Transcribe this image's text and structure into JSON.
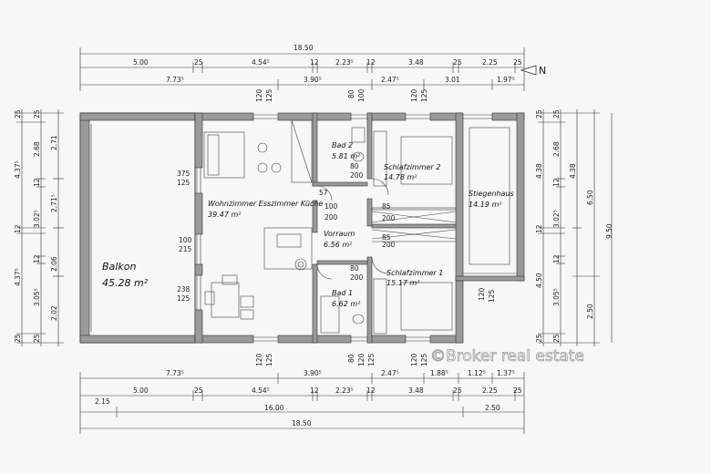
{
  "watermark": "©Broker real estate",
  "north": "N",
  "rooms": {
    "balkon": {
      "name": "Balkon",
      "area": "45.28 m²"
    },
    "wohnzimmer": {
      "name": "Wohnzimmer Esszimmer Küche",
      "area": "39.47 m²"
    },
    "bad2": {
      "name": "Bad 2",
      "area": "5.81 m²"
    },
    "schlafzimmer2": {
      "name": "Schlafzimmer 2",
      "area": "14.78 m²"
    },
    "stiegenhaus": {
      "name": "Stiegenhaus",
      "area": "14.19 m²"
    },
    "vorraum": {
      "name": "Vorraum",
      "area": "6.56 m²"
    },
    "schlafzimmer1": {
      "name": "Schlafzimmer 1",
      "area": "15.17 m²"
    },
    "bad1": {
      "name": "Bad 1",
      "area": "6.62 m²"
    }
  },
  "dims": {
    "top_total": "18.50",
    "top_row1": [
      "5.00",
      "25",
      "4.54⁵",
      "12",
      "2.23⁵",
      "12",
      "3.48",
      "25",
      "2.25",
      "25"
    ],
    "top_row2": [
      "7.73⁵",
      "3.90⁵",
      "2.47⁵",
      "3.01",
      "1.97⁵"
    ],
    "bottom_row1": [
      "7.73⁵",
      "3.90⁵",
      "2.47⁵",
      "1.88⁵",
      "1.12⁵",
      "1.37⁵"
    ],
    "bottom_row2": [
      "5.00",
      "25",
      "4.54⁵",
      "12",
      "2.23⁵",
      "12",
      "3.48",
      "25",
      "2.25",
      "25"
    ],
    "bottom_row3": [
      "2.15",
      "16.00",
      "2.50"
    ],
    "bottom_total": "18.50",
    "left_col1": [
      "25",
      "4.37⁵",
      "12",
      "4.37⁵",
      "25"
    ],
    "left_col2": [
      "25",
      "2.68",
      "12",
      "3.02⁵",
      "12",
      "3.05⁵",
      "25"
    ],
    "left_col3": [
      "2.71",
      "2.71⁵",
      "2.06",
      "2.02"
    ],
    "right_col1": [
      "25",
      "4.38",
      "12",
      "4.50",
      "25"
    ],
    "right_col2": [
      "25",
      "2.68",
      "12",
      "3.02⁵",
      "12",
      "3.05⁵",
      "25"
    ],
    "right_col3": [
      "4.38",
      "6.50",
      "2.50"
    ],
    "right_total": "9.50",
    "openings": [
      "375",
      "125",
      "100",
      "215",
      "238",
      "125",
      "120",
      "125",
      "80",
      "100",
      "120",
      "125",
      "57",
      "100",
      "200",
      "85",
      "200",
      "85",
      "200",
      "80",
      "200",
      "80",
      "200",
      "120",
      "125",
      "120",
      "125",
      "80",
      "120",
      "125",
      "120",
      "125"
    ]
  }
}
